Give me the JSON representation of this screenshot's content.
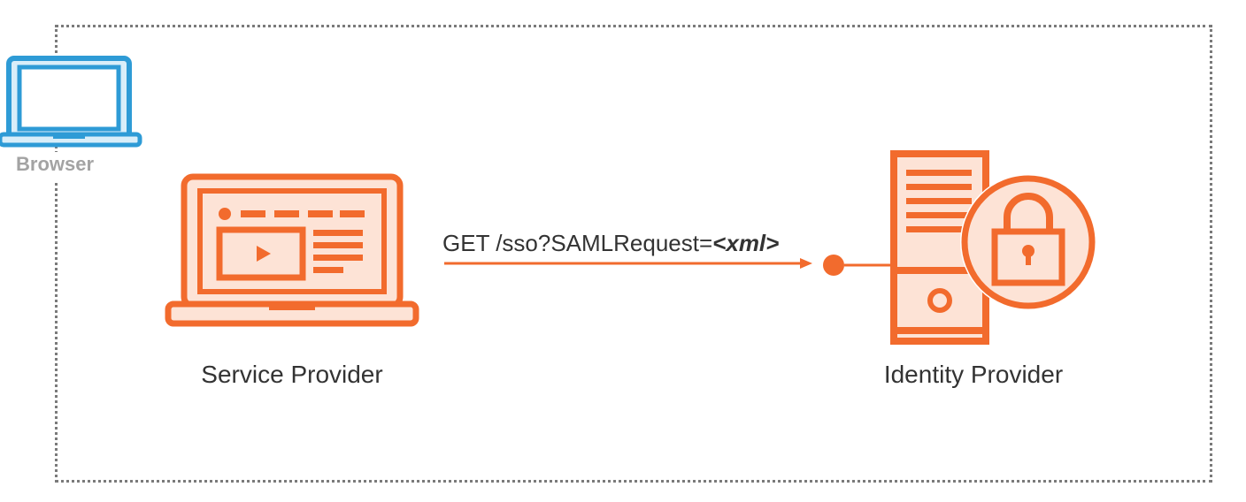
{
  "browser": {
    "label": "Browser",
    "icon": "laptop-icon",
    "color": "#2e9bd6"
  },
  "service_provider": {
    "label": "Service Provider",
    "icon": "laptop-video-icon",
    "color": "#f26b2d"
  },
  "identity_provider": {
    "label": "Identity Provider",
    "icon": "server-lock-icon",
    "color": "#f26b2d"
  },
  "request": {
    "text": "GET /sso?SAMLRequest=",
    "payload": "<xml>"
  },
  "colors": {
    "accent": "#f26b2d",
    "browser": "#2e9bd6",
    "text": "#333333",
    "muted": "#a3a3a3",
    "border": "#7a7a7a"
  }
}
